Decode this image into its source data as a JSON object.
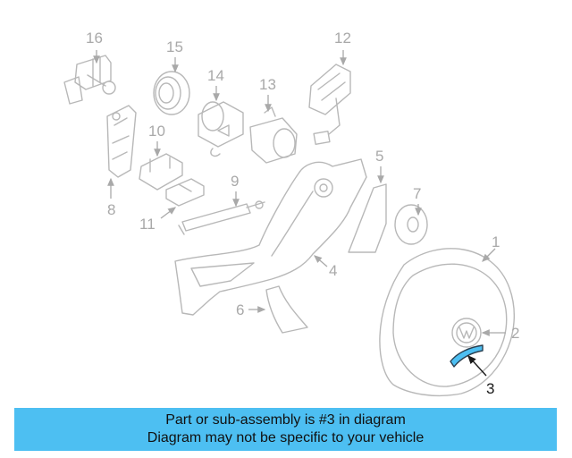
{
  "diagram": {
    "callouts": [
      "1",
      "2",
      "3",
      "4",
      "5",
      "6",
      "7",
      "8",
      "9",
      "10",
      "11",
      "12",
      "13",
      "14",
      "15",
      "16"
    ],
    "highlight_part": "3",
    "highlight_color": "#4dbff2",
    "part_color": "#b8b8b8",
    "brand_mark": "VW"
  },
  "banner": {
    "line1": "Part or sub-assembly is #3 in diagram",
    "line2": "Diagram may not be specific to your vehicle",
    "color": "#4dbff2"
  }
}
